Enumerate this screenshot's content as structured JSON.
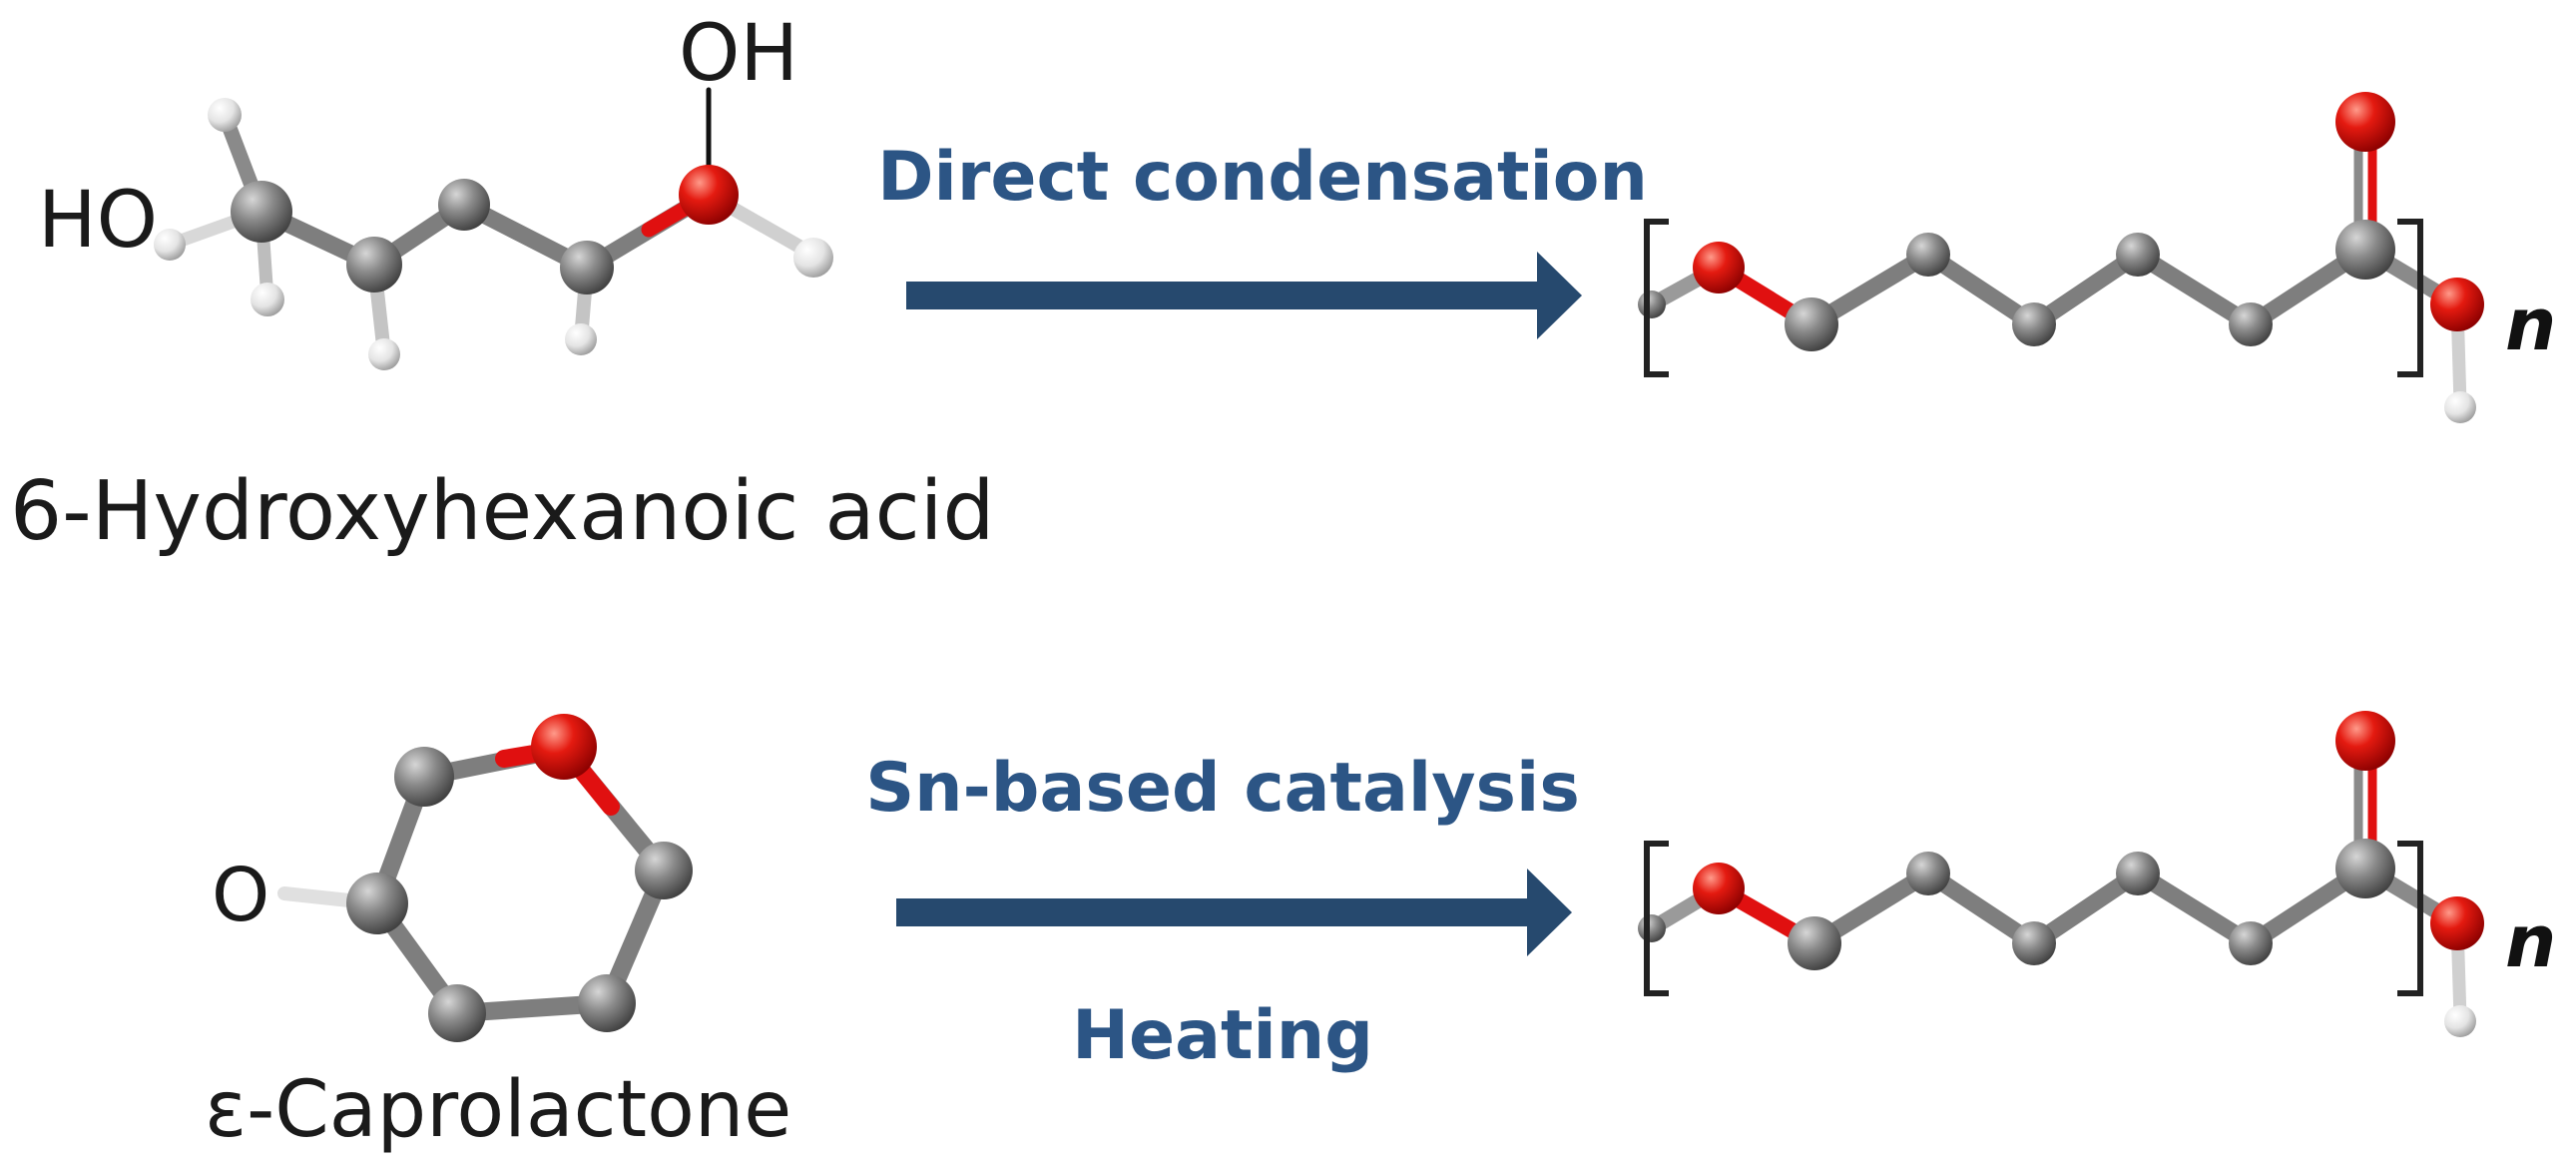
{
  "colors": {
    "arrow": "#26496e",
    "reaction_text": "#2c5585",
    "carbon": "#7c7c7c",
    "oxygen": "#e01010",
    "hydrogen": "#e6e6e6",
    "bracket": "#222222"
  },
  "top_reaction": {
    "reactant_name": "6-Hydroxyhexanoic acid",
    "reactant_label_left": "HO",
    "reactant_label_top": "OH",
    "condition": "Direct condensation",
    "polymer_subscript": "n"
  },
  "bottom_reaction": {
    "reactant_name": "ε-Caprolactone",
    "reactant_label_left": "O",
    "condition_above": "Sn-based catalysis",
    "condition_below": "Heating",
    "polymer_subscript": "n"
  }
}
